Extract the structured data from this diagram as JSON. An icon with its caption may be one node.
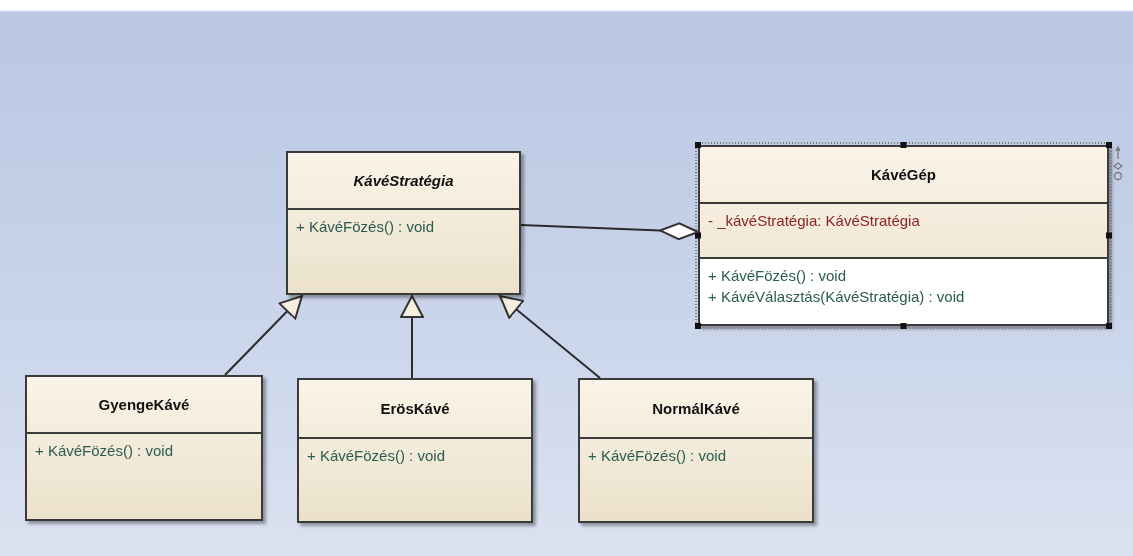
{
  "diagram": {
    "nodes": [
      {
        "text": [
          "KávéStratégia",
          "+ KávéFözés() : void"
        ]
      },
      {
        "text": [
          "KávéGép",
          "- _kávéStratégia: KávéStratégia",
          "+ KávéFözés() : void",
          "+ KávéVálasztás(KávéStratégia) : void"
        ]
      },
      {
        "text": [
          "GyengeKávé",
          "+ KávéFözés() : void"
        ]
      },
      {
        "text": [
          "ErösKávé",
          "+ KávéFözés() : void"
        ]
      },
      {
        "text": [
          "NormálKávé",
          "+ KávéFözés() : void"
        ]
      }
    ],
    "edges": [
      {
        "from": 0,
        "to": 1,
        "arrow": "other"
      },
      {
        "from": 2,
        "to": 0,
        "arrow": "to"
      },
      {
        "from": 3,
        "to": 0,
        "arrow": "to"
      },
      {
        "from": 4,
        "to": 0,
        "arrow": "to"
      }
    ]
  }
}
